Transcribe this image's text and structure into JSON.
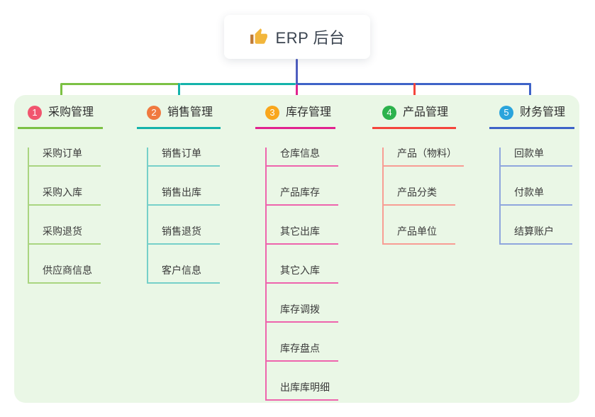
{
  "root": {
    "title": "ERP 后台",
    "icon": "thumbs-up-icon"
  },
  "colors": {
    "panel_bg": "#eaf7e6",
    "stem": "#4f5ec0",
    "title_text": "#3b4450"
  },
  "branches": [
    {
      "number": "1",
      "title": "采购管理",
      "badge_color": "#f1556e",
      "line_color": "#7cc144",
      "children": [
        "采购订单",
        "采购入库",
        "采购退货",
        "供应商信息"
      ]
    },
    {
      "number": "2",
      "title": "销售管理",
      "badge_color": "#f0793f",
      "line_color": "#14b3ab",
      "children": [
        "销售订单",
        "销售出库",
        "销售退货",
        "客户信息"
      ]
    },
    {
      "number": "3",
      "title": "库存管理",
      "badge_color": "#f9a61c",
      "line_color": "#e1238f",
      "children": [
        "仓库信息",
        "产品库存",
        "其它出库",
        "其它入库",
        "库存调拨",
        "库存盘点",
        "出库库明细"
      ]
    },
    {
      "number": "4",
      "title": "产品管理",
      "badge_color": "#2cb24c",
      "line_color": "#f4453c",
      "children": [
        "产品（物料）",
        "产品分类",
        "产品单位"
      ]
    },
    {
      "number": "5",
      "title": "财务管理",
      "badge_color": "#2aa4dc",
      "line_color": "#3e63c8",
      "children": [
        "回款单",
        "付款单",
        "结算账户"
      ]
    }
  ]
}
